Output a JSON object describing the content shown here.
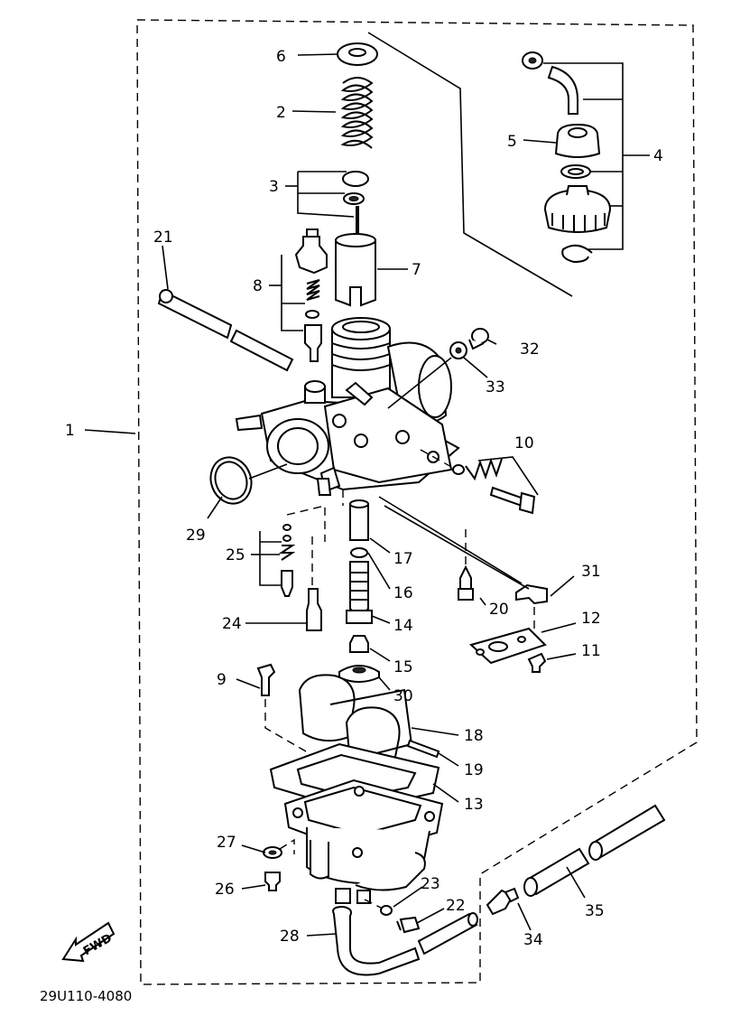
{
  "labels": {
    "p1": "1",
    "p2": "2",
    "p3": "3",
    "p4": "4",
    "p5": "5",
    "p6": "6",
    "p7": "7",
    "p8": "8",
    "p9": "9",
    "p10": "10",
    "p11": "11",
    "p12": "12",
    "p13": "13",
    "p14": "14",
    "p15": "15",
    "p16": "16",
    "p17": "17",
    "p18": "18",
    "p19": "19",
    "p20": "20",
    "p21": "21",
    "p22": "22",
    "p23": "23",
    "p24": "24",
    "p25": "25",
    "p26": "26",
    "p27": "27",
    "p28": "28",
    "p29": "29",
    "p30": "30",
    "p31": "31",
    "p32": "32",
    "p33": "33",
    "p34": "34",
    "p35": "35"
  },
  "fwd_arrow": "FWD",
  "diagram_code": "29U110-4080"
}
